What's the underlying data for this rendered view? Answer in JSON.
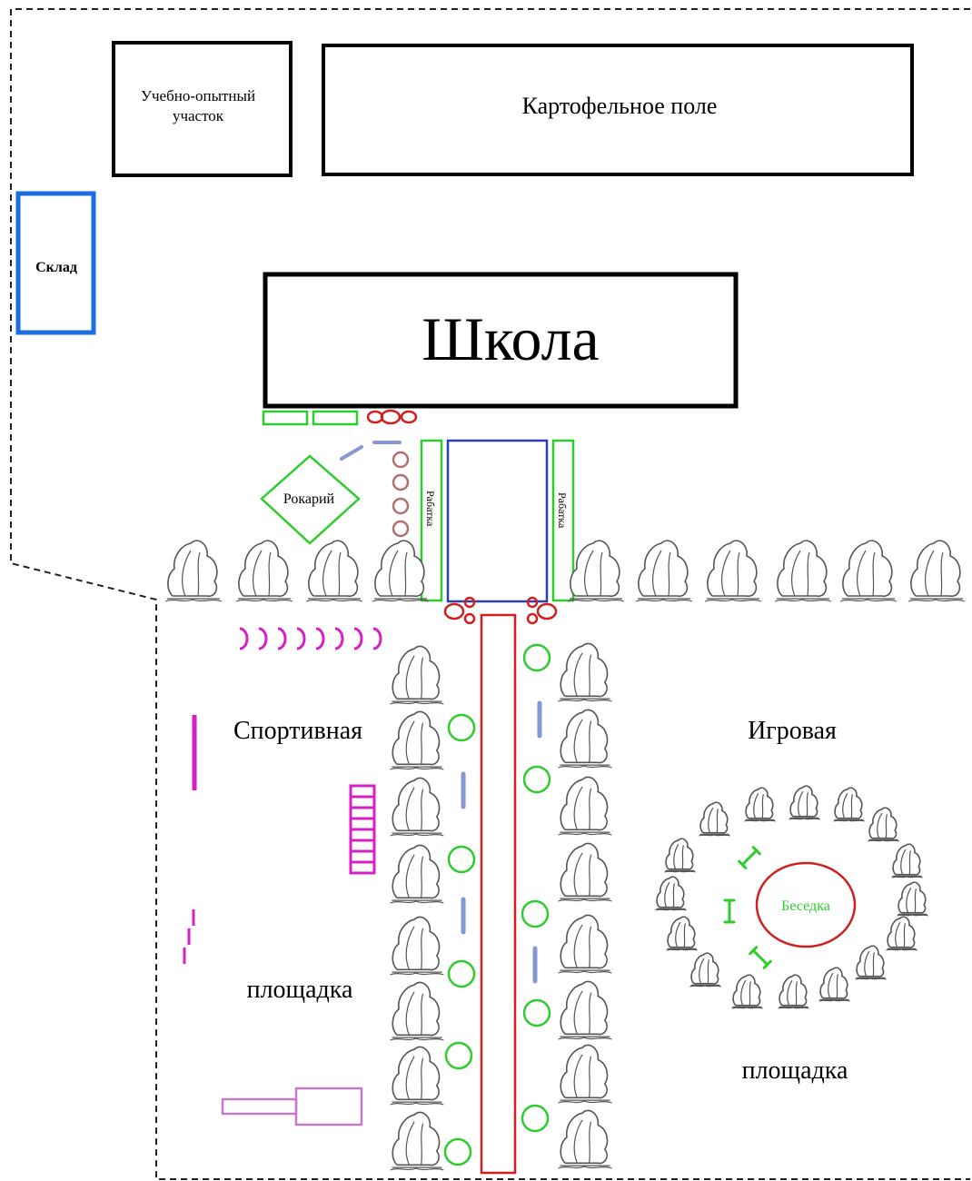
{
  "labels": {
    "experimental_plot": [
      "Учебно-опытный",
      "участок"
    ],
    "potato_field": "Картофельное поле",
    "warehouse": "Склад",
    "school": "Школа",
    "rockery": "Рокарий",
    "flowerbed_left": "Рабатка",
    "flowerbed_right": "Рабатка",
    "sports_area": [
      "Спортивная",
      "площадка"
    ],
    "play_area": [
      "Игровая",
      "площадка"
    ],
    "gazebo": "Беседка"
  },
  "colors": {
    "outline": "#000000",
    "warehouse": "#1a6fe0",
    "green": "#2ecc2e",
    "red": "#d11f1f",
    "blue_path": "#8797d6",
    "navy": "#2a3fb0",
    "magenta": "#d61fc4",
    "lilac": "#c77ac9",
    "brown_circle": "#b07070",
    "tree": "#555555"
  },
  "icons": {
    "tree": "tree-icon",
    "bench": "bench-icon",
    "flower": "flower-icon"
  }
}
